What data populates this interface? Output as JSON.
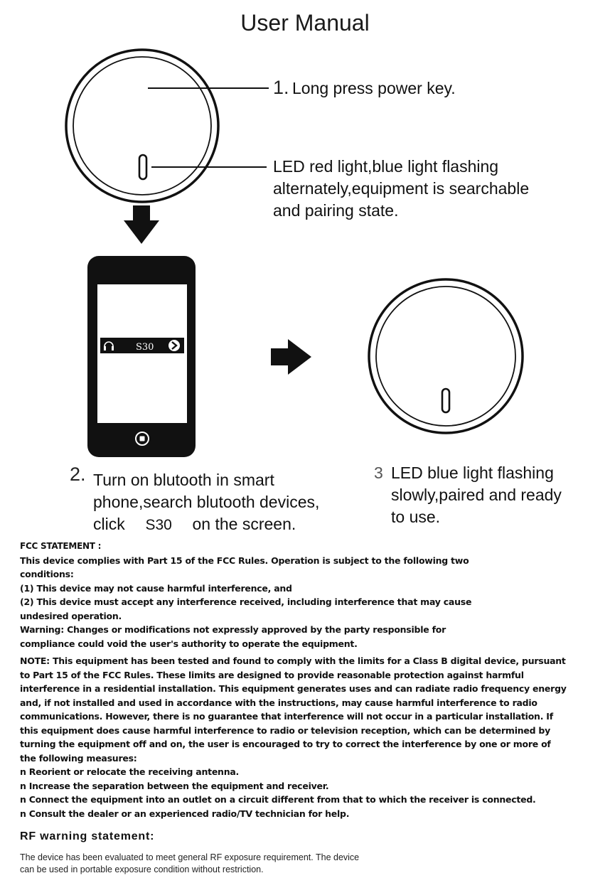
{
  "title": "User Manual",
  "step1": {
    "number": "1.",
    "text": "Long press power key.",
    "led_lines": [
      "LED red light,blue light flashing",
      "alternately,equipment is searchable",
      "and pairing state."
    ]
  },
  "step2": {
    "number": "2.",
    "line1": "Turn on blutooth in smart",
    "line2": "phone,search blutooth devices,",
    "line3_pre": "click",
    "line3_device": "S30",
    "line3_post": "on the screen.",
    "phone_device_name": "S30"
  },
  "step3": {
    "number": "3",
    "lines": [
      "LED blue light flashing",
      "slowly,paired and ready",
      "to use."
    ]
  },
  "fcc": {
    "heading": "FCC STATEMENT :",
    "lines_a": [
      "This device complies with Part 15 of the FCC Rules. Operation is subject to the following two",
      "conditions:",
      "(1) This device may not cause harmful interference, and",
      "(2) This device must accept any interference received, including interference that may cause",
      "undesired operation.",
      "Warning: Changes or modifications not expressly approved by the party responsible for",
      "compliance could void the user's authority to operate the equipment."
    ],
    "lines_b": [
      "NOTE: This equipment has been tested and found to comply with the limits for a Class B digital device, pursuant",
      "to Part 15 of the FCC Rules. These limits are designed to provide reasonable protection against harmful",
      "interference in a residential installation. This equipment generates uses and can radiate radio frequency energy",
      "and, if not installed and used in accordance with the instructions, may cause harmful interference to radio",
      "communications. However, there is no guarantee that interference will not occur in a particular installation. If",
      "this equipment does cause harmful interference to radio or television reception, which can be determined by",
      "turning the equipment off and on, the user is encouraged to try to correct the interference by one or more of",
      "the following measures:",
      "n Reorient or relocate the receiving antenna.",
      "n Increase the separation between the equipment and receiver.",
      "n Connect the equipment into an outlet on a circuit different from that to which the receiver is connected.",
      "n Consult the dealer or an experienced radio/TV technician for help."
    ]
  },
  "rf": {
    "heading": "RF warning statement:",
    "lines": [
      "The device has been evaluated to meet general RF exposure requirement. The device",
      "can be used in portable exposure condition without restriction."
    ]
  }
}
